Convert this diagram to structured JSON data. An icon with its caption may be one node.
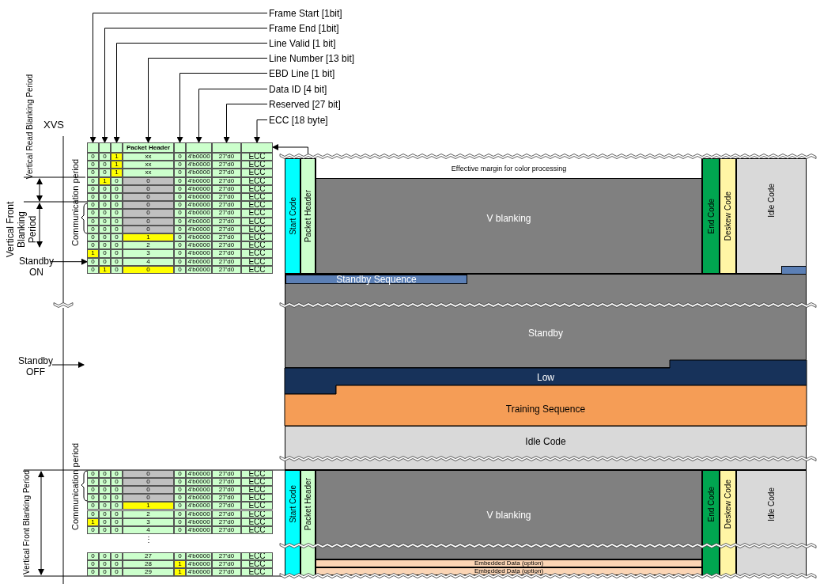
{
  "diagram": {
    "nodes": [
      {
        "text": [
          "Frame Start [1bit]"
        ]
      },
      {
        "text": [
          "Frame End [1bit]"
        ]
      },
      {
        "text": [
          "Line Valid [1 bit]"
        ]
      },
      {
        "text": [
          "Line Number [13 bit]"
        ]
      },
      {
        "text": [
          "EBD Line [1 bit]"
        ]
      },
      {
        "text": [
          "Data ID [4 bit]"
        ]
      },
      {
        "text": [
          "Reserved [27 bit]"
        ]
      },
      {
        "text": [
          "ECC [18 byte]"
        ]
      },
      {
        "text": [],
        "shape": "box"
      },
      {
        "text": [],
        "shape": "box"
      },
      {
        "text": [],
        "shape": "box"
      },
      {
        "text": [
          "Packet Header"
        ]
      },
      {
        "text": [],
        "shape": "box"
      },
      {
        "text": [],
        "shape": "box"
      },
      {
        "text": [],
        "shape": "box"
      },
      {
        "text": [],
        "shape": "box"
      },
      {
        "text": [
          "Standby ON"
        ]
      },
      {
        "text": [
          "Standby OFF"
        ]
      },
      {
        "text": [
          "Start Code"
        ]
      },
      {
        "text": [
          "Packet Header"
        ]
      },
      {
        "text": [
          "Effective margin for color processing"
        ]
      },
      {
        "text": [
          "V blanking"
        ]
      },
      {
        "text": [
          "End Code"
        ]
      },
      {
        "text": [
          "Deskew Code"
        ]
      },
      {
        "text": [
          "Idle Code"
        ]
      },
      {
        "text": [],
        "shape": "bar",
        "in": 24
      },
      {
        "text": [
          "Standby"
        ]
      },
      {
        "text": [
          "Standby Sequence"
        ],
        "in": 26
      },
      {
        "text": [
          "Low"
        ]
      },
      {
        "text": [
          "Training Sequence"
        ]
      },
      {
        "text": [
          "Idle Code"
        ]
      },
      {
        "text": [
          "Start Code"
        ]
      },
      {
        "text": [
          "Packet Header"
        ]
      },
      {
        "text": [
          "V blanking"
        ]
      },
      {
        "text": [
          "End Code"
        ]
      },
      {
        "text": [
          "Deskew Code"
        ]
      },
      {
        "text": [
          "Idle Code"
        ]
      },
      {
        "text": [
          "Embedded Data (option)"
        ]
      },
      {
        "text": [
          "Embedded Data (option)"
        ]
      },
      {
        "text": [
          "0"
        ]
      }
    ],
    "edges": [
      {
        "from": 0,
        "to": 8,
        "arrow": "to"
      },
      {
        "from": 1,
        "to": 9,
        "arrow": "to"
      },
      {
        "from": 2,
        "to": 10,
        "arrow": "to"
      },
      {
        "from": 3,
        "to": 11,
        "arrow": "to"
      },
      {
        "from": 4,
        "to": 12,
        "arrow": "to"
      },
      {
        "from": 5,
        "to": 13,
        "arrow": "to"
      },
      {
        "from": 6,
        "to": 14,
        "arrow": "to"
      },
      {
        "from": 7,
        "to": 15,
        "arrow": "to"
      },
      {
        "from": 19,
        "to": 15,
        "arrow": "to"
      },
      {
        "from": 16,
        "to": 39,
        "arrow": "to"
      },
      {
        "from": 17,
        "to": null,
        "arrow": "to"
      }
    ],
    "labels": [
      "XVS",
      "Vertical Read Blanking Period",
      "Vertical Front Blanking Period",
      "Communication period",
      "0",
      "0",
      "1",
      "xx",
      "0",
      "4'b0000",
      "27'd0",
      "ECC",
      "0",
      "0",
      "1",
      "xx",
      "0",
      "4'b0000",
      "27'd0",
      "ECC",
      "0",
      "0",
      "1",
      "xx",
      "0",
      "4'b0000",
      "27'd0",
      "ECC",
      "0",
      "1",
      "0",
      "0",
      "0",
      "4'b0000",
      "27'd0",
      "ECC",
      "0",
      "0",
      "0",
      "0",
      "0",
      "4'b0000",
      "27'd0",
      "ECC",
      "0",
      "0",
      "0",
      "0",
      "0",
      "4'b0000",
      "27'd0",
      "ECC",
      "0",
      "0",
      "0",
      "0",
      "0",
      "4'b0000",
      "27'd0",
      "ECC",
      "0",
      "0",
      "0",
      "0",
      "0",
      "4'b0000",
      "27'd0",
      "ECC",
      "0",
      "0",
      "0",
      "0",
      "0",
      "4'b0000",
      "27'd0",
      "ECC",
      "0",
      "0",
      "0",
      "0",
      "0",
      "4'b0000",
      "27'd0",
      "ECC",
      "0",
      "0",
      "0",
      "1",
      "0",
      "4'b0000",
      "27'd0",
      "ECC",
      "0",
      "0",
      "0",
      "2",
      "0",
      "4'b0000",
      "27'd0",
      "ECC",
      "1",
      "0",
      "0",
      "3",
      "0",
      "4'b0000",
      "27'd0",
      "ECC",
      "0",
      "0",
      "4",
      "0",
      "4'b0000",
      "27'd0",
      "ECC",
      "0",
      "1",
      "0",
      "0",
      "0",
      "4'b0000",
      "27'd0",
      "ECC",
      "Vertical Front Blanking Period",
      "Communication period",
      "0",
      "0",
      "0",
      "0",
      "0",
      "4'b0000",
      "27'd0",
      "ECC",
      "0",
      "0",
      "0",
      "0",
      "0",
      "4'b0000",
      "27'd0",
      "ECC",
      "0",
      "0",
      "0",
      "0",
      "0",
      "4'b0000",
      "27'd0",
      "ECC",
      "0",
      "0",
      "0",
      "0",
      "0",
      "4'b0000",
      "27'd0",
      "ECC",
      "0",
      "0",
      "0",
      "1",
      "0",
      "4'b0000",
      "27'd0",
      "ECC",
      "0",
      "0",
      "0",
      "2",
      "0",
      "4'b0000",
      "27'd0",
      "ECC",
      "1",
      "0",
      "0",
      "3",
      "0",
      "4'b0000",
      "27'd0",
      "ECC",
      "0",
      "0",
      "0",
      "4",
      "0",
      "4'b0000",
      "27'd0",
      "ECC",
      "⋮",
      "0",
      "0",
      "0",
      "27",
      "0",
      "4'b0000",
      "27'd0",
      "ECC",
      "0",
      "0",
      "0",
      "28",
      "1",
      "4'b0000",
      "27'd0",
      "ECC",
      "0",
      "0",
      "0",
      "29",
      "1",
      "4'b0000",
      "27'd0",
      "ECC"
    ]
  }
}
